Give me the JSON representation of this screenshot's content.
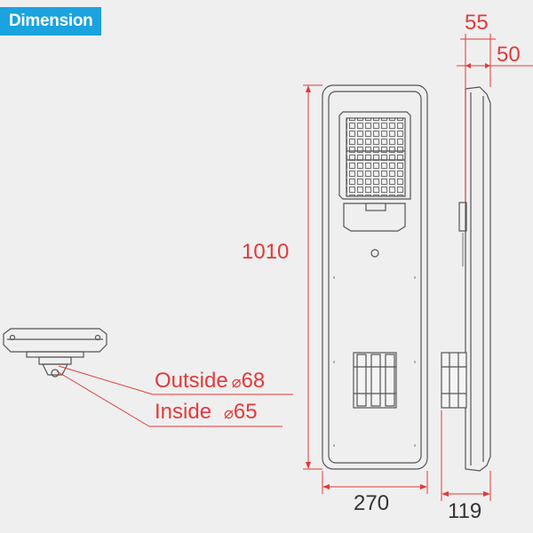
{
  "header": {
    "badge_label": "Dimension"
  },
  "dimensions": {
    "height": "1010",
    "front_width": "270",
    "side_width": "119",
    "top_left_depth": "55",
    "top_right_depth": "50"
  },
  "pole_fitting": {
    "outside_label": "Outside",
    "outside_value": "68",
    "inside_label": "Inside",
    "inside_value": "65",
    "diameter_symbol": "⌀"
  },
  "colors": {
    "background": "#efefef",
    "badge": "#1aa3de",
    "dimension_red": "#e23a3a",
    "outline": "#555555"
  }
}
